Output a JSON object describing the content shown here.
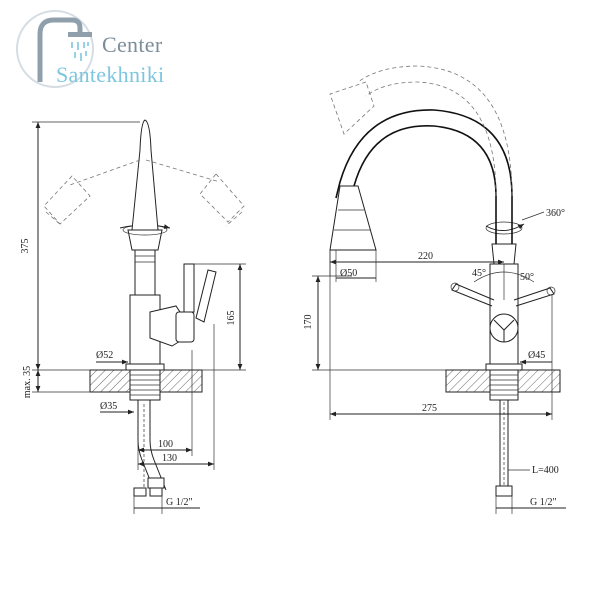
{
  "brand": {
    "name_line1": "Center",
    "name_line2": "Santekhniki",
    "icon": "shower-head-icon",
    "colors": {
      "primary": "#7c8d9a",
      "accent": "#7ec6df"
    }
  },
  "front_view": {
    "dims": {
      "total_height": "375",
      "body_height": "165",
      "max_thickness": "max. 35",
      "spout_base_dia": "Ø52",
      "pipe_dia": "Ø35",
      "handle_reach": "100",
      "total_reach": "130",
      "thread": "G 1/2\""
    }
  },
  "side_view": {
    "dims": {
      "rotation": "360°",
      "spout_reach": "220",
      "head_dia": "Ø50",
      "angle_left": "45°",
      "angle_right": "50°",
      "spout_height": "170",
      "base_dia": "Ø45",
      "total_width": "275",
      "hose_length": "L=400",
      "thread": "G 1/2\""
    }
  }
}
